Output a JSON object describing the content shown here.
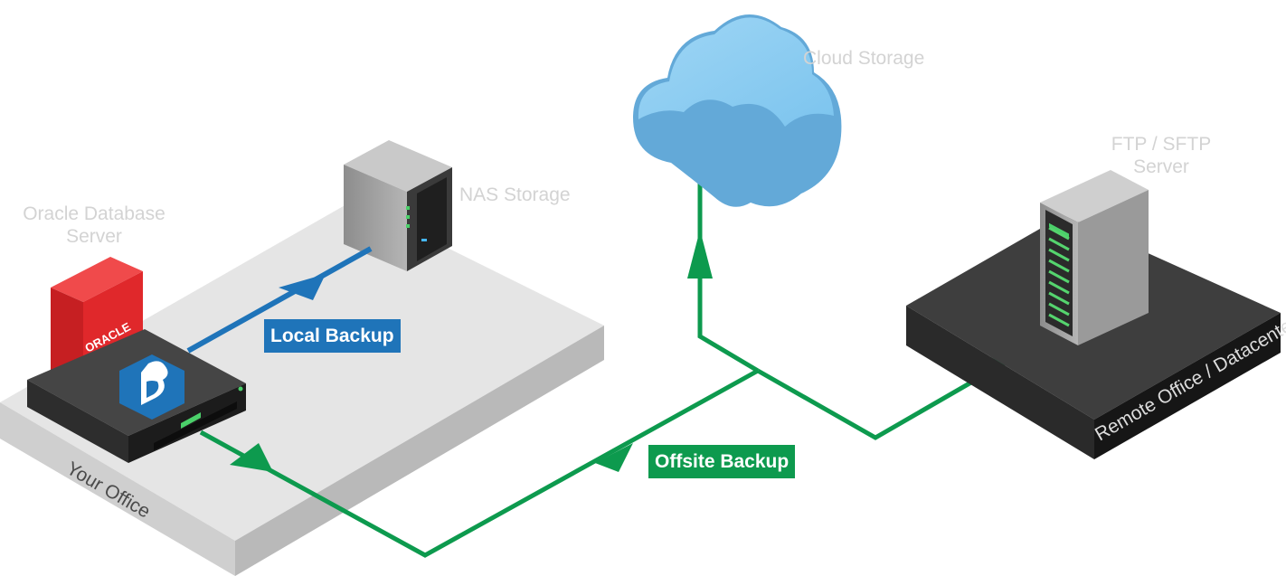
{
  "nodes": {
    "oracle_server": "Oracle Database\nServer",
    "nas_storage": "NAS Storage",
    "cloud_storage": "Cloud Storage",
    "ftp_server": "FTP / SFTP\nServer"
  },
  "platforms": {
    "your_office": "Your Office",
    "remote_office": "Remote Office / Datacenter"
  },
  "flows": {
    "local_backup": "Local Backup",
    "offsite_backup": "Offsite Backup"
  },
  "logos": {
    "oracle": "ORACLE"
  },
  "colors": {
    "local_backup": "#1f74b9",
    "offsite_backup": "#0d9a4e",
    "oracle_red": "#e0282b",
    "cloud_blue": "#6fb7e6",
    "label_gray": "#d3d3d3"
  }
}
